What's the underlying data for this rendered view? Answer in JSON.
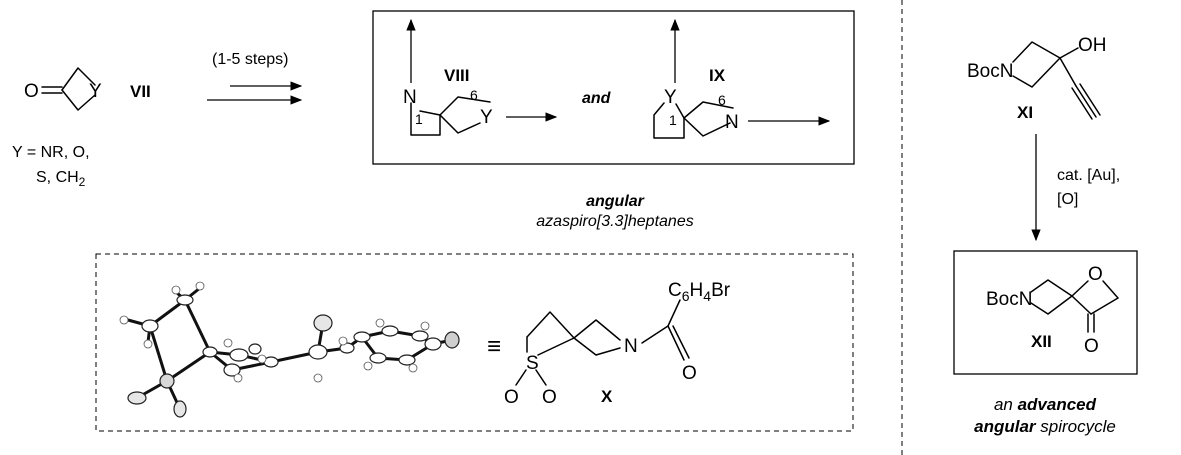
{
  "reagent": {
    "atom_O": "O",
    "atom_Y": "Y",
    "label": "VII",
    "y_def_line1": "Y = NR, O,",
    "y_def_line2": "S, CH",
    "y_def_sub": "2"
  },
  "arrow1": {
    "condition": "(1-5 steps)"
  },
  "box_angular": {
    "viii": {
      "atom_N": "N",
      "atom_Y": "Y",
      "num_1": "1",
      "num_6": "6",
      "label": "VIII"
    },
    "connector": "and",
    "ix": {
      "atom_Y": "Y",
      "atom_N": "N",
      "num_1": "1",
      "num_6": "6",
      "label": "IX"
    }
  },
  "caption_angular": {
    "line1": "angular",
    "line2": "azaspiro[3.3]heptanes"
  },
  "crystal": {
    "equiv_symbol": "≡",
    "compound_x": {
      "atom_S": "S",
      "atom_O1": "O",
      "atom_O2": "O",
      "atom_N": "N",
      "atom_O3": "O",
      "substituent_main": "C",
      "substituent_sub1": "6",
      "substituent_mid": "H",
      "substituent_sub2": "4",
      "substituent_end": "Br",
      "label": "X"
    }
  },
  "right_panel": {
    "xi": {
      "boc": "BocN",
      "oh": "OH",
      "label": "XI"
    },
    "condition_line1": "cat. [Au],",
    "condition_line2": "[O]",
    "xii": {
      "boc": "BocN",
      "atom_O_ring": "O",
      "atom_O_keto": "O",
      "label": "XII"
    },
    "caption_line1_pre": "an ",
    "caption_line1_bold": "advanced",
    "caption_line2_bold": "angular",
    "caption_line2_post": " spirocycle"
  }
}
